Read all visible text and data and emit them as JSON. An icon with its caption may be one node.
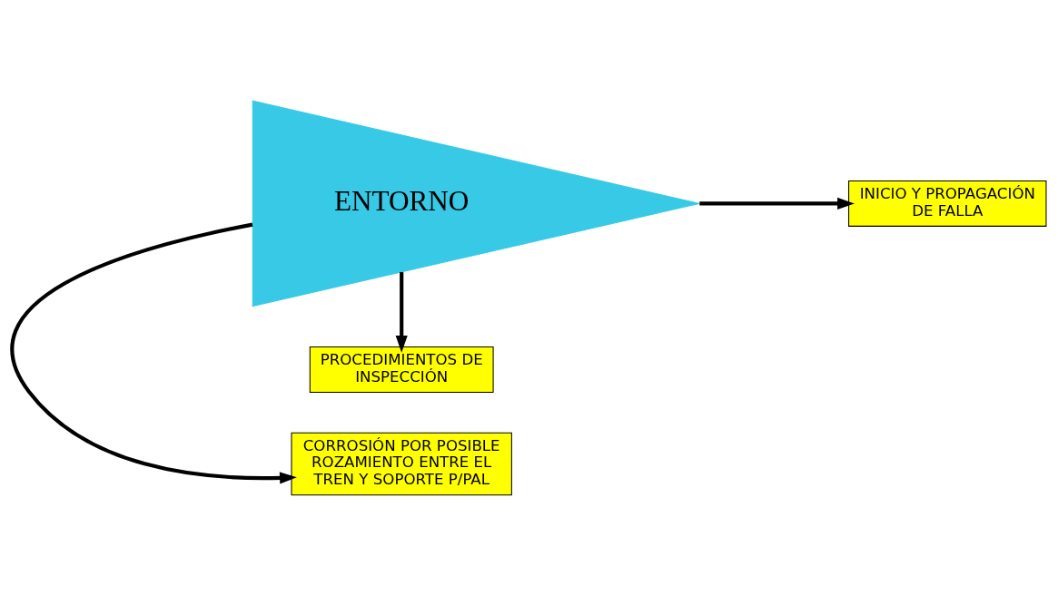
{
  "diagram": {
    "nodes": [
      {
        "text": [
          "ENTORNO"
        ]
      },
      {
        "text": [
          "CORROSIÓN POR POSIBLE ROZAMIENTO ENTRE EL TREN Y SOPORTE P/PAL"
        ]
      },
      {
        "text": [
          "INICIO Y PROPAGACIÓN DE FALLA"
        ]
      },
      {
        "text": [
          "PROCEDIMIENTOS DE INSPECCIÓN"
        ]
      }
    ],
    "edges": [
      {
        "from": 0,
        "to": 1,
        "arrow": "to"
      },
      {
        "from": 0,
        "to": 2,
        "arrow": "to"
      },
      {
        "from": 0,
        "to": 3,
        "arrow": "to"
      }
    ]
  }
}
